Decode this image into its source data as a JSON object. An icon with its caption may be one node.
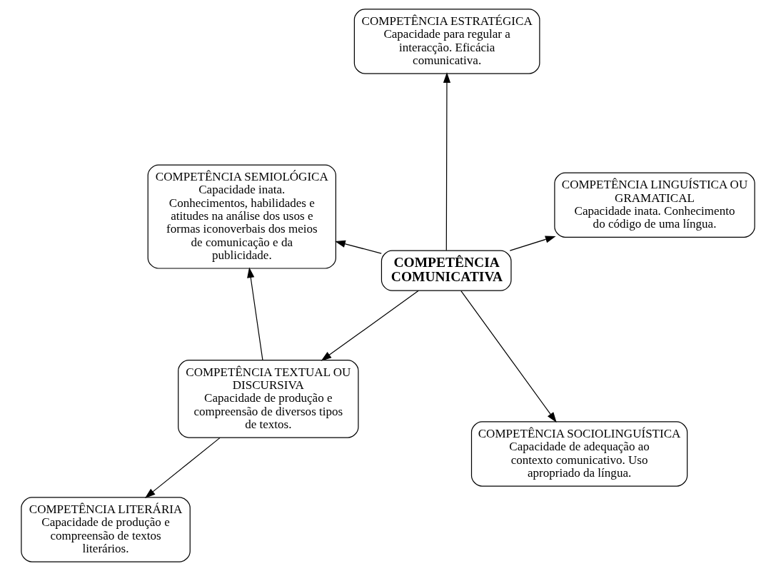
{
  "diagram": {
    "nodes": [
      {
        "text": [
          "COMPETÊNCIA COMUNICATIVA"
        ]
      },
      {
        "text": [
          "COMPETÊNCIA LINGUÍSTICA OU GRAMATICAL",
          "Capacidade inata. Conhecimento do código de uma língua."
        ]
      },
      {
        "text": [
          "COMPETÊNCIA SOCIOLINGUÍSTICA",
          "Capacidade de adequação ao contexto comunicativo. Uso apropriado da língua."
        ]
      },
      {
        "text": [
          "COMPETÊNCIA ESTRATÉGICA",
          "Capacidade para regular a interacção. Eficácia comunicativa."
        ]
      },
      {
        "text": [
          "COMPETÊNCIA TEXTUAL OU DISCURSIVA",
          "Capacidade de produção e compreensão de diversos tipos de textos."
        ]
      },
      {
        "text": [
          "COMPETÊNCIA SEMIOLÓGICA",
          "Capacidade inata. Conhecimentos, habilidades e atitudes na análise dos usos e formas iconoverbais dos meios de comunicação e da publicidade."
        ]
      },
      {
        "text": [
          "COMPETÊNCIA LITERÁRIA",
          "Capacidade de produção e compreensão de textos literários."
        ]
      }
    ],
    "edges": [
      {
        "from": 0,
        "to": 1,
        "arrow": "to"
      },
      {
        "from": 0,
        "to": 2,
        "arrow": "to"
      },
      {
        "from": 0,
        "to": 3,
        "arrow": "to"
      },
      {
        "from": 0,
        "to": 4,
        "arrow": "to"
      },
      {
        "from": 0,
        "to": 5,
        "arrow": "to"
      },
      {
        "from": 4,
        "to": 5,
        "arrow": "to"
      },
      {
        "from": 4,
        "to": 6,
        "arrow": "to"
      }
    ]
  }
}
